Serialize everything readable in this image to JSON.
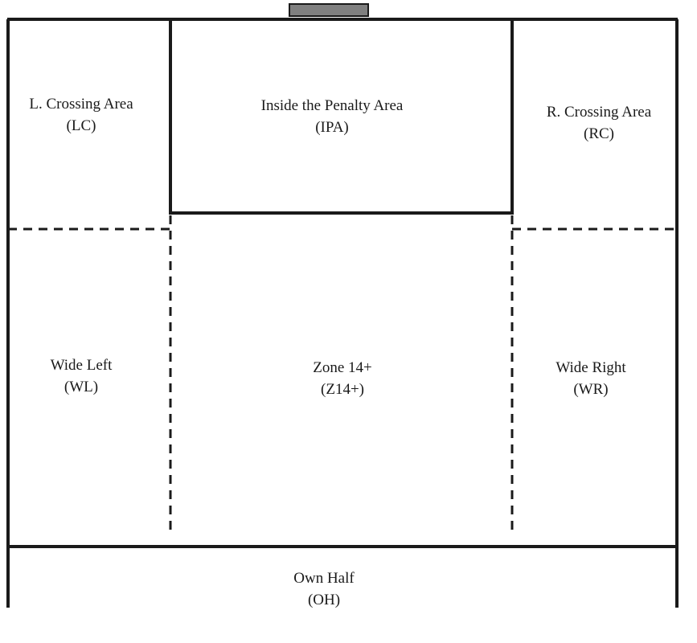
{
  "diagram": {
    "colors": {
      "line": "#1a1a1a",
      "goal_fill": "#808080",
      "background": "#ffffff"
    },
    "zones": {
      "lc": {
        "name": "L. Crossing Area",
        "abbr": "(LC)"
      },
      "ipa": {
        "name": "Inside the Penalty Area",
        "abbr": "(IPA)"
      },
      "rc": {
        "name": "R. Crossing Area",
        "abbr": "(RC)"
      },
      "wl": {
        "name": "Wide Left",
        "abbr": "(WL)"
      },
      "z14": {
        "name": "Zone 14+",
        "abbr": "(Z14+)"
      },
      "wr": {
        "name": "Wide Right",
        "abbr": "(WR)"
      },
      "oh": {
        "name": "Own Half",
        "abbr": "(OH)"
      }
    }
  }
}
